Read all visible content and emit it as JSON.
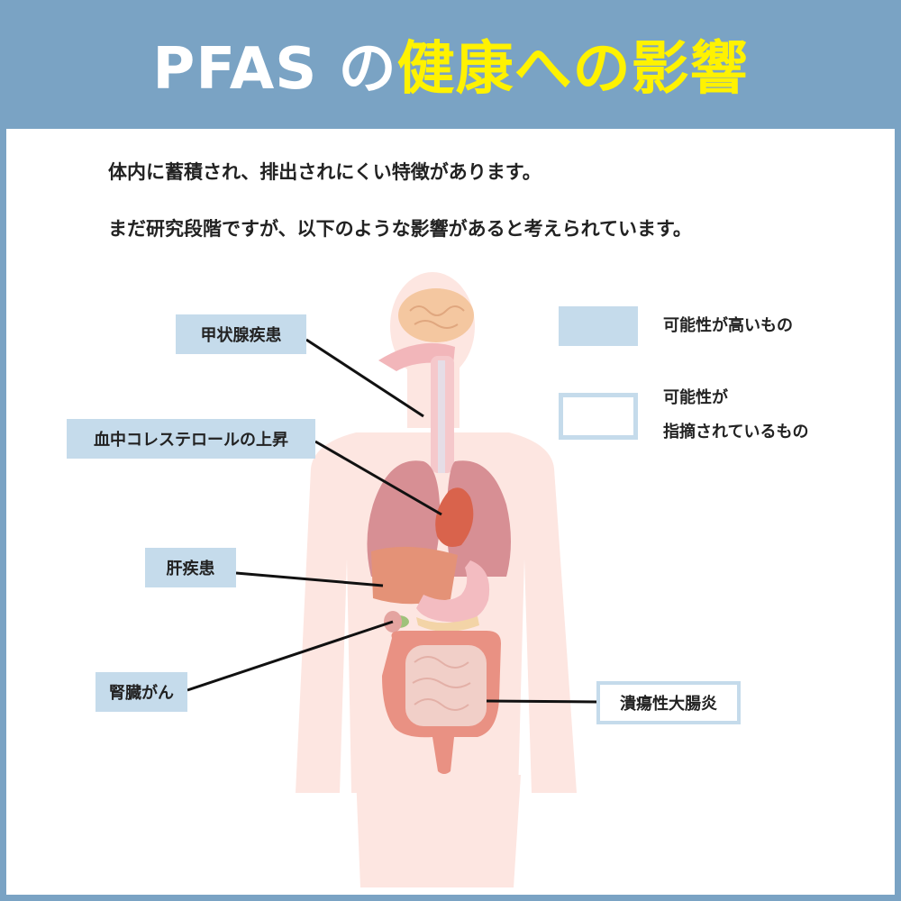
{
  "title": {
    "prefix": "PFAS の",
    "highlight": "健康への影響"
  },
  "intro": {
    "line1": "体内に蓄積され、排出されにくい特徴があります。",
    "line2": "まだ研究段階ですが、以下のような影響があると考えられています。"
  },
  "legend": {
    "likely": "可能性が高いもの",
    "suggested_line1": "可能性が",
    "suggested_line2": "指摘されているもの"
  },
  "effects": [
    {
      "id": "thyroid",
      "label": "甲状腺疾患",
      "level": "likely"
    },
    {
      "id": "cholesterol",
      "label": "血中コレステロールの上昇",
      "level": "likely"
    },
    {
      "id": "liver",
      "label": "肝疾患",
      "level": "likely"
    },
    {
      "id": "kidney",
      "label": "腎臓がん",
      "level": "likely"
    },
    {
      "id": "colitis",
      "label": "潰瘍性大腸炎",
      "level": "suggested"
    }
  ],
  "colors": {
    "header_bg": "#7aa3c4",
    "title_highlight": "#fff200",
    "likely_fill": "#c5dbeb",
    "body_silhouette": "#fde6e1"
  }
}
